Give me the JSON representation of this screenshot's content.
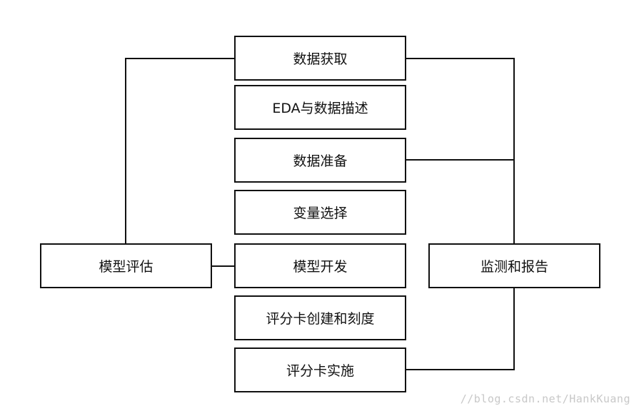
{
  "diagram": {
    "steps": [
      "数据获取",
      "EDA与数据描述",
      "数据准备",
      "变量选择",
      "模型开发",
      "评分卡创建和刻度",
      "评分卡实施"
    ],
    "left_box": "模型评估",
    "right_box": "监测和报告"
  },
  "watermark": "//blog.csdn.net/HankKuang"
}
